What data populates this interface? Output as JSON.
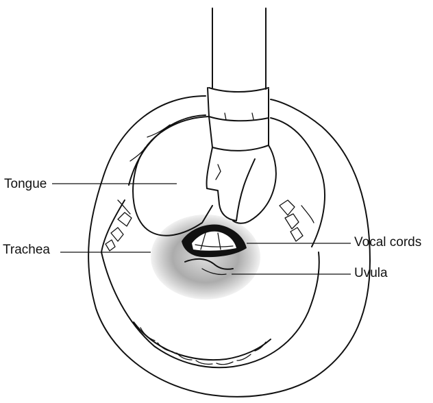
{
  "labels": {
    "tongue": "Tongue",
    "trachea": "Trachea",
    "vocal_cords": "Vocal cords",
    "uvula": "Uvula"
  }
}
